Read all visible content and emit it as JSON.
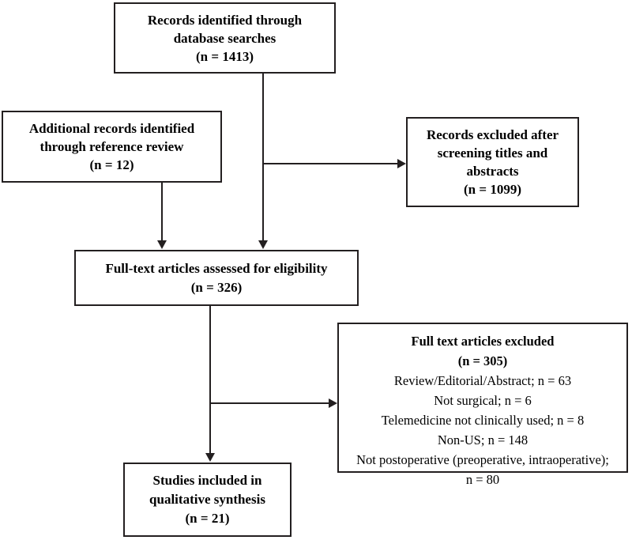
{
  "diagram": {
    "type": "prisma-flow-diagram",
    "colors": {
      "stroke": "#231f20",
      "background": "#ffffff",
      "text": "#000000"
    },
    "nodes": {
      "records_identified": {
        "lines": [
          "Records identified through",
          "database searches",
          "(n = 1413)"
        ],
        "count": 1413,
        "bold": true
      },
      "additional_records": {
        "lines": [
          "Additional records identified",
          "through reference review",
          "(n = 12)"
        ],
        "count": 12,
        "bold": true
      },
      "records_excluded": {
        "lines": [
          "Records excluded after",
          "screening titles and",
          "abstracts",
          "(n = 1099)"
        ],
        "count": 1099,
        "bold": true
      },
      "fulltext_assessed": {
        "lines": [
          "Full-text articles assessed for eligibility",
          "(n = 326)"
        ],
        "count": 326,
        "bold": true
      },
      "fulltext_excluded": {
        "heading": "Full text articles excluded",
        "heading_count": "(n = 305)",
        "count": 305,
        "reasons": [
          "Review/Editorial/Abstract; n = 63",
          "Not surgical; n = 6",
          "Telemedicine not clinically used; n = 8",
          "Non-US; n = 148",
          "Not postoperative (preoperative, intraoperative);",
          "n = 80"
        ]
      },
      "studies_included": {
        "lines": [
          "Studies included in",
          "qualitative synthesis",
          "(n = 21)"
        ],
        "count": 21,
        "bold": true
      }
    }
  }
}
